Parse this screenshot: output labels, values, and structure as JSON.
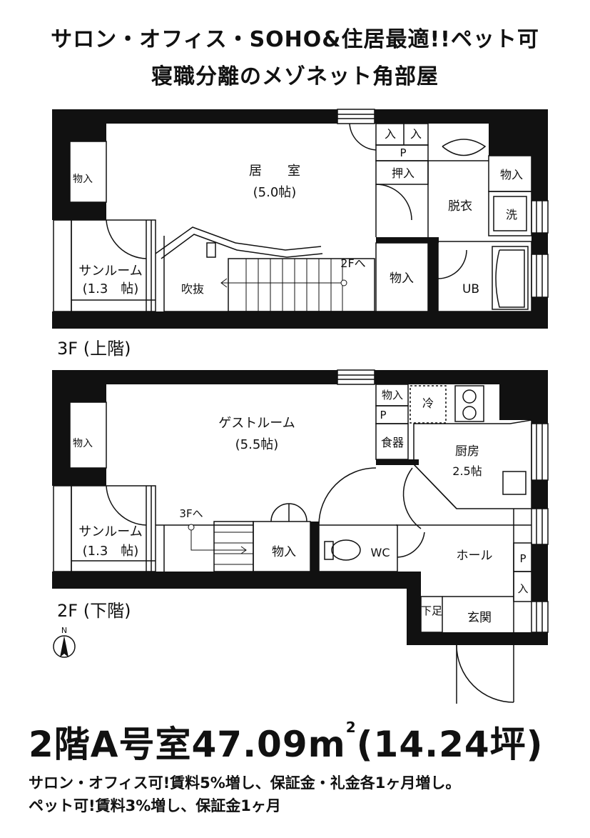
{
  "headline": {
    "line1": "サロン・オフィス・SOHO&住居最適!!ペット可",
    "line2": "寝職分離のメゾネット角部屋"
  },
  "floor3": {
    "label": "3F (上階)",
    "rooms": {
      "living": "居　　室",
      "living_size": "(5.0帖)",
      "sunroom": "サンルーム",
      "sunroom_size": "(1.3　帖)",
      "storage_small": "物入",
      "void": "吹抜",
      "stairs_to": "2Fへ",
      "closet_a": "入",
      "closet_b": "入",
      "pipe": "P",
      "oshiire": "押入",
      "dressing": "脱衣",
      "storage_top": "物入",
      "washer": "洗",
      "storage_mid": "物入",
      "bath": "UB"
    }
  },
  "floor2": {
    "label": "2F (下階)",
    "rooms": {
      "guest": "ゲストルーム",
      "guest_size": "(5.5帖)",
      "sunroom": "サンルーム",
      "sunroom_size": "(1.3　帖)",
      "storage_small": "物入",
      "stairs_to": "3Fへ",
      "storage_mid": "物入",
      "storage_top": "物入",
      "pipe": "P",
      "dishes": "食器",
      "fridge": "冷",
      "kitchen": "厨房",
      "kitchen_size": "2.5帖",
      "wc": "WC",
      "hall": "ホール",
      "pipe2": "P",
      "closet": "入",
      "shoe": "下足",
      "entrance": "玄関"
    }
  },
  "compass": "N",
  "unit": {
    "title": "2階A号室47.09m",
    "sup": "2",
    "tsubo": "(14.24坪)"
  },
  "notes": {
    "line1": "サロン・オフィス可!賃料5%増し、保証金・礼金各1ヶ月増し。",
    "line2": "ペット可!賃料3%増し、保証金1ヶ月"
  }
}
